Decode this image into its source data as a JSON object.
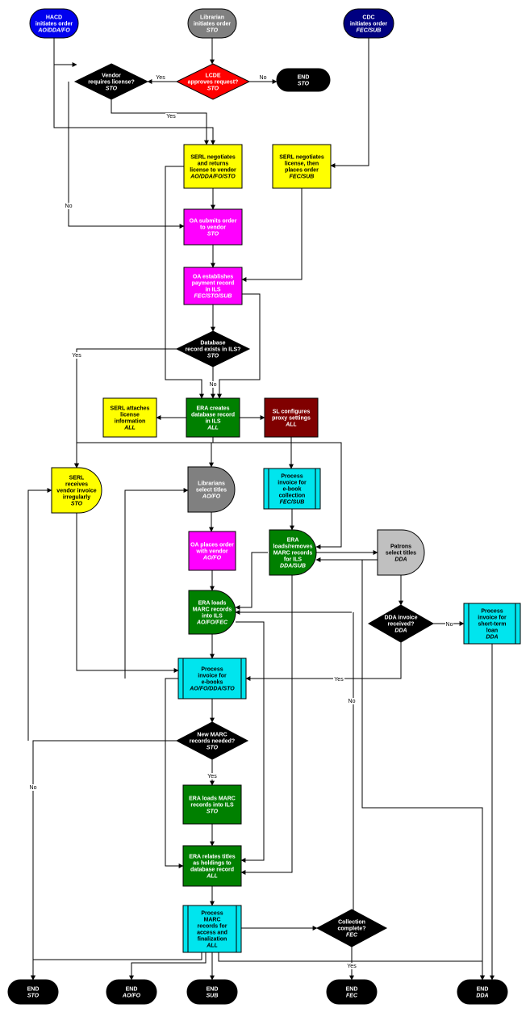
{
  "nodes": {
    "hacd": {
      "lines": [
        "HACD",
        "initiates order"
      ],
      "sub": "AO/DDA/FO"
    },
    "librarian": {
      "lines": [
        "Librarian",
        "initiates order"
      ],
      "sub": "STO"
    },
    "cdc": {
      "lines": [
        "CDC",
        "initiates order"
      ],
      "sub": "FEC/SUB"
    },
    "vendor_license": {
      "lines": [
        "Vendor",
        "requires license?"
      ],
      "sub": "STO"
    },
    "lcde": {
      "lines": [
        "LCDE",
        "approves request?"
      ],
      "sub": "STO"
    },
    "end_sto_top": {
      "lines": [
        "END"
      ],
      "sub": "STO"
    },
    "serl_negotiates": {
      "lines": [
        "SERL negotiates",
        "and returns",
        "license to vendor"
      ],
      "sub": "AO/DDA/FO/STO"
    },
    "serl_negotiates_fec": {
      "lines": [
        "SERL negotiates",
        "license, then",
        "places order"
      ],
      "sub": "FEC/SUB"
    },
    "oa_submits": {
      "lines": [
        "OA submits order",
        "to vendor"
      ],
      "sub": "STO"
    },
    "oa_payment": {
      "lines": [
        "OA establishes",
        "payment record",
        "in ILS"
      ],
      "sub": "FEC/STO/SUB"
    },
    "db_exists": {
      "lines": [
        "Database",
        "record exists in ILS?"
      ],
      "sub": "STO"
    },
    "serl_attaches": {
      "lines": [
        "SERL attaches",
        "license",
        "information"
      ],
      "sub": "ALL"
    },
    "era_creates": {
      "lines": [
        "ERA creates",
        "database record",
        "in ILS"
      ],
      "sub": "ALL"
    },
    "sl_proxy": {
      "lines": [
        "SL configures",
        "proxy settings"
      ],
      "sub": "ALL"
    },
    "serl_invoice": {
      "lines": [
        "SERL",
        "receives",
        "vendor invoice",
        "irregularly"
      ],
      "sub": "STO"
    },
    "librarians_select": {
      "lines": [
        "Librarians",
        "select titles"
      ],
      "sub": "AO/FO"
    },
    "process_ebook_collection": {
      "lines": [
        "Process",
        "invoice for",
        "e-book",
        "collection"
      ],
      "sub": "FEC/SUB"
    },
    "oa_places": {
      "lines": [
        "OA places order",
        "with vendor"
      ],
      "sub": "AO/FO"
    },
    "era_loads_removes": {
      "lines": [
        "ERA",
        "loads/removes",
        "MARC records",
        "for ILS"
      ],
      "sub": "DDA/SUB"
    },
    "patrons_select": {
      "lines": [
        "Patrons",
        "select titles"
      ],
      "sub": "DDA"
    },
    "era_loads_marc": {
      "lines": [
        "ERA loads",
        "MARC records",
        "into ILS"
      ],
      "sub": "AO/FO/FEC"
    },
    "dda_invoice": {
      "lines": [
        "DDA invoice",
        "received?"
      ],
      "sub": "DDA"
    },
    "process_short_term": {
      "lines": [
        "Process",
        "invoice for",
        "short-term",
        "loan"
      ],
      "sub": "DDA"
    },
    "process_ebooks": {
      "lines": [
        "Process",
        "invoice for",
        "e-books"
      ],
      "sub": "AO/FO/DDA/STO"
    },
    "new_marc": {
      "lines": [
        "New MARC",
        "records needed?"
      ],
      "sub": "STO"
    },
    "era_loads_marc_sto": {
      "lines": [
        "ERA loads MARC",
        "records into ILS"
      ],
      "sub": "STO"
    },
    "era_relates": {
      "lines": [
        "ERA relates titles",
        "as holdings to",
        "database record"
      ],
      "sub": "ALL"
    },
    "process_marc": {
      "lines": [
        "Process",
        "MARC",
        "records for",
        "access and",
        "finalization"
      ],
      "sub": "ALL"
    },
    "collection_complete": {
      "lines": [
        "Collection",
        "complete?"
      ],
      "sub": "FEC"
    },
    "end_sto": {
      "lines": [
        "END"
      ],
      "sub": "STO"
    },
    "end_aofo": {
      "lines": [
        "END"
      ],
      "sub": "AO/FO"
    },
    "end_sub": {
      "lines": [
        "END"
      ],
      "sub": "SUB"
    },
    "end_fec": {
      "lines": [
        "END"
      ],
      "sub": "FEC"
    },
    "end_dda": {
      "lines": [
        "END"
      ],
      "sub": "DDA"
    }
  },
  "edge_labels": {
    "vendor_yes": "Yes",
    "lcde_yes": "Yes",
    "lcde_no": "No",
    "vendor_no": "No",
    "db_yes": "Yes",
    "db_no": "No",
    "dda_no": "No",
    "dda_yes": "Yes",
    "collection_no": "No",
    "new_marc_no": "No",
    "new_marc_yes": "Yes",
    "collection_yes": "Yes"
  },
  "colors": {
    "blue": "#0000ee",
    "gray": "#808080",
    "navy": "#000080",
    "black": "#000000",
    "red": "#ff0000",
    "yellow": "#ffff00",
    "magenta": "#ff00ff",
    "green": "#008000",
    "maroon": "#800000",
    "cyan": "#00e5ee",
    "light_gray": "#c0c0c0"
  }
}
